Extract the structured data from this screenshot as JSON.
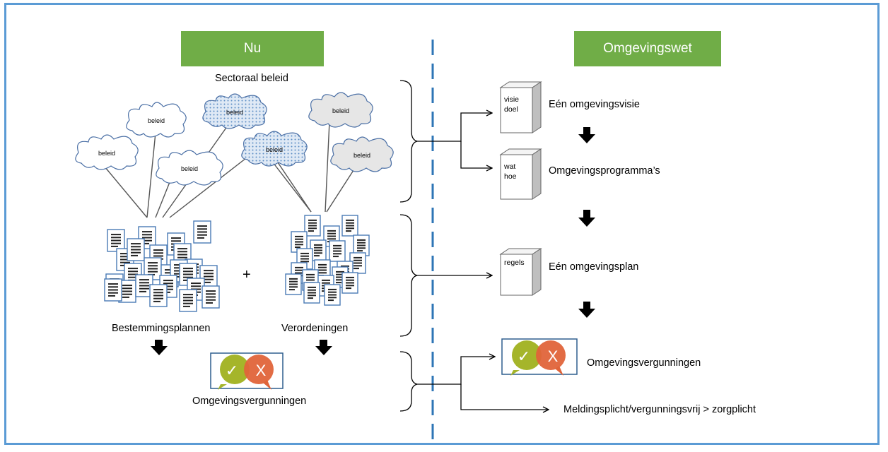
{
  "left": {
    "header": "Nu",
    "sectoral_policy": "Sectoraal beleid",
    "cloud_label": "beleid",
    "zoning_plans": "Bestemmingsplannen",
    "plus": "+",
    "ordinances": "Verordeningen",
    "permits": "Omgevingsvergunningen"
  },
  "right": {
    "header": "Omgevingswet",
    "vision": "Eén omgevingsvisie",
    "programs": "Omgevingsprogramma’s",
    "plan": "Eén omgevingsplan",
    "permits": "Omgevingsvergunningen",
    "notification": "Meldingsplicht/vergunningsvrij > zorgplicht",
    "box_vision": [
      "visie",
      "doel"
    ],
    "box_programs": [
      "wat",
      "hoe"
    ],
    "box_plan": [
      "regels"
    ]
  },
  "icons": {
    "check": "✓",
    "cross": "X"
  },
  "colors": {
    "header_green": "#70ad47",
    "frame_blue": "#5b9bd5",
    "divider_blue": "#2e75b6",
    "check_green": "#a5b52a",
    "cross_orange": "#e0643a"
  }
}
